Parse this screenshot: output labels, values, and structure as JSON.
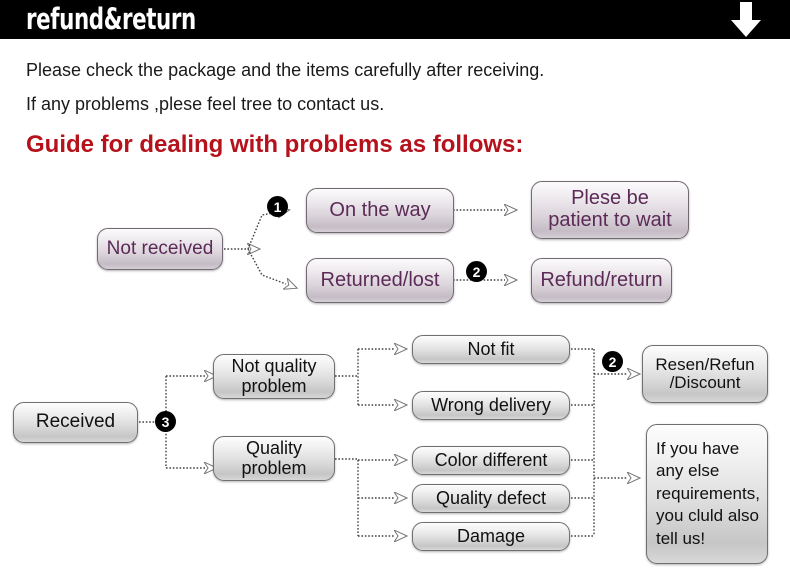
{
  "header": {
    "title": "refund&return",
    "arrow_icon": "down-arrow-icon",
    "background_color": "#000000",
    "text_color": "#ffffff"
  },
  "intro": {
    "line1": "Please check the package and the items carefully after receiving.",
    "line2": "If any problems ,plese feel tree to contact us.",
    "guide_title": "Guide for dealing with problems as follows:",
    "guide_color": "#b5121b"
  },
  "flow_top": {
    "nodes": {
      "not_received": "Not received",
      "on_the_way": "On the way",
      "returned_lost": "Returned/lost",
      "patient": "Plese be\npatient to wait",
      "patient_line1": "Plese be",
      "patient_line2": "patient to wait",
      "refund_return": "Refund/return"
    },
    "markers": {
      "m1": "1",
      "m2": "2"
    }
  },
  "flow_bottom": {
    "nodes": {
      "received": "Received",
      "not_quality_line1": "Not quality",
      "not_quality_line2": "problem",
      "quality_line1": "Quality",
      "quality_line2": "problem",
      "not_fit": "Not fit",
      "wrong_delivery": "Wrong delivery",
      "color_different": "Color different",
      "quality_defect": "Quality defect",
      "damage": "Damage",
      "resend_line1": "Resen/Refun",
      "resend_line2": "/Discount",
      "note_line1": "If you have",
      "note_line2": "any else",
      "note_line3": "requirements,",
      "note_line4": "you cluld also",
      "note_line5": "tell us!"
    },
    "markers": {
      "m3": "3",
      "m2": "2"
    }
  },
  "colors": {
    "node_text_purple": "#5c2a57",
    "node_text_black": "#111111",
    "node_border": "#6f6f6f",
    "page_background": "#ffffff"
  }
}
